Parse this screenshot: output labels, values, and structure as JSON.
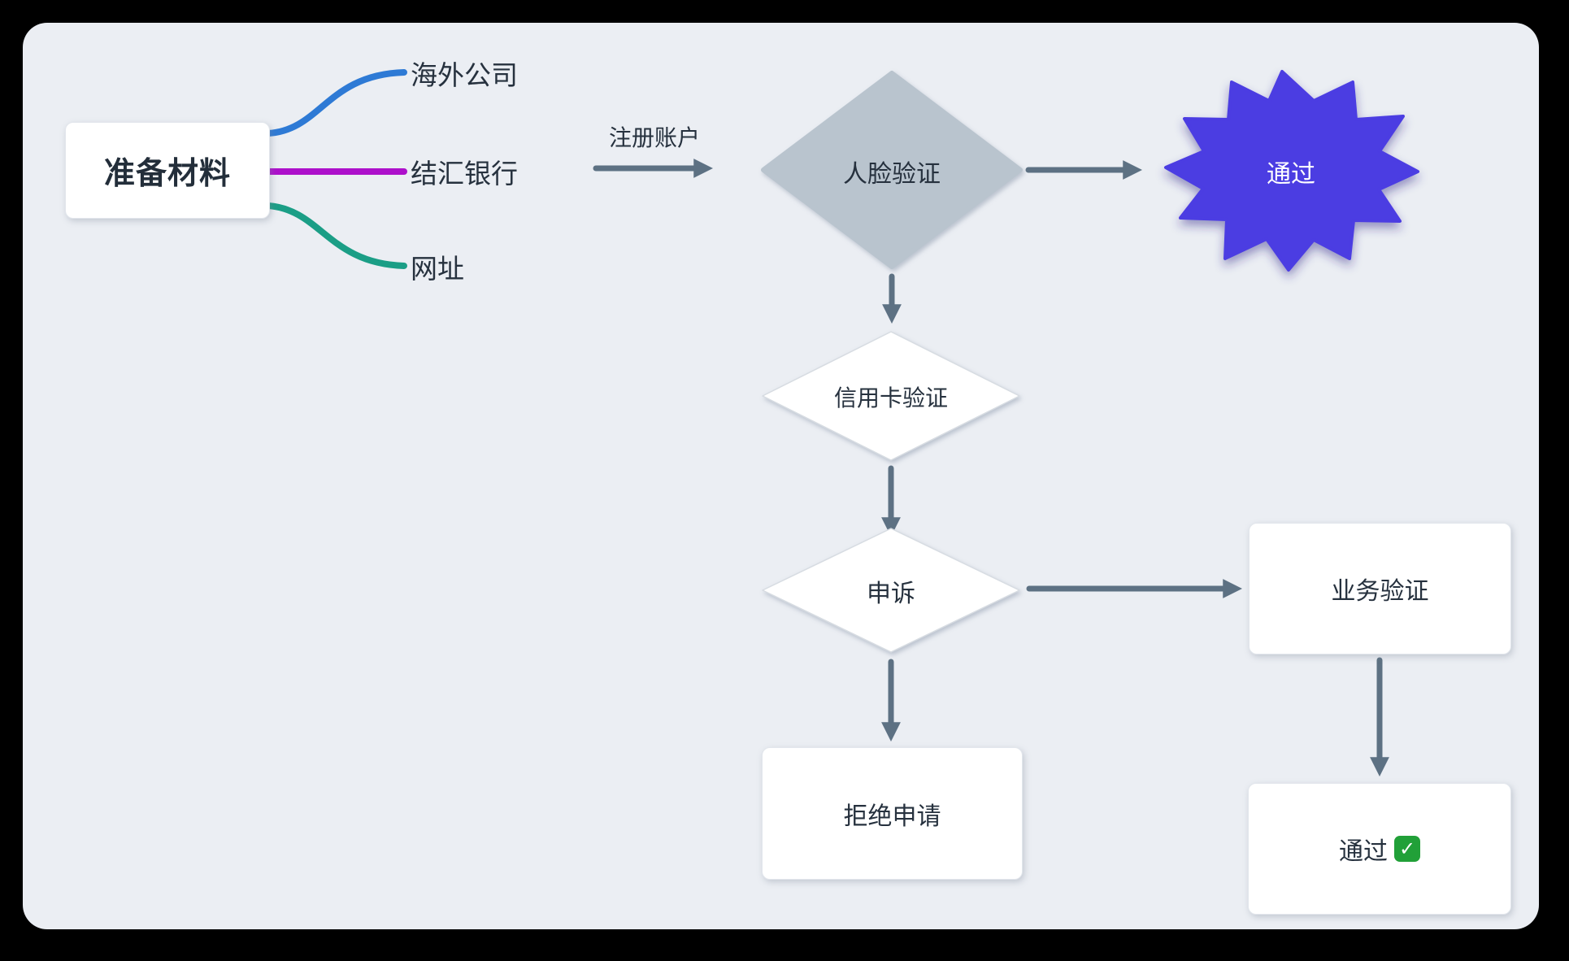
{
  "canvas": {
    "background_color": "#ebeef3",
    "outer_background_color": "#000000"
  },
  "mindmap": {
    "root": {
      "label": "准备材料"
    },
    "branches": [
      {
        "label": "海外公司",
        "color": "#2e7ad5"
      },
      {
        "label": "结汇银行",
        "color": "#ad10cb"
      },
      {
        "label": "网址",
        "color": "#1b9e86"
      }
    ]
  },
  "flow": {
    "edge_label": "注册账户",
    "arrow_color": "#5d7183",
    "nodes": {
      "face_verification": {
        "label": "人脸验证",
        "shape": "diamond",
        "fill": "#b9c4ce"
      },
      "pass_star": {
        "label": "通过",
        "shape": "starburst",
        "fill": "#4c3ce2"
      },
      "credit_card_verification": {
        "label": "信用卡验证",
        "shape": "diamond",
        "fill": "#ffffff"
      },
      "appeal": {
        "label": "申诉",
        "shape": "diamond",
        "fill": "#ffffff"
      },
      "business_verification": {
        "label": "业务验证",
        "shape": "rectangle"
      },
      "reject_application": {
        "label": "拒绝申请",
        "shape": "rectangle"
      },
      "pass_final": {
        "label": "通过",
        "shape": "rectangle",
        "icon": {
          "name": "check-emoji",
          "glyph": "✓",
          "color": "#21a038"
        }
      }
    }
  }
}
